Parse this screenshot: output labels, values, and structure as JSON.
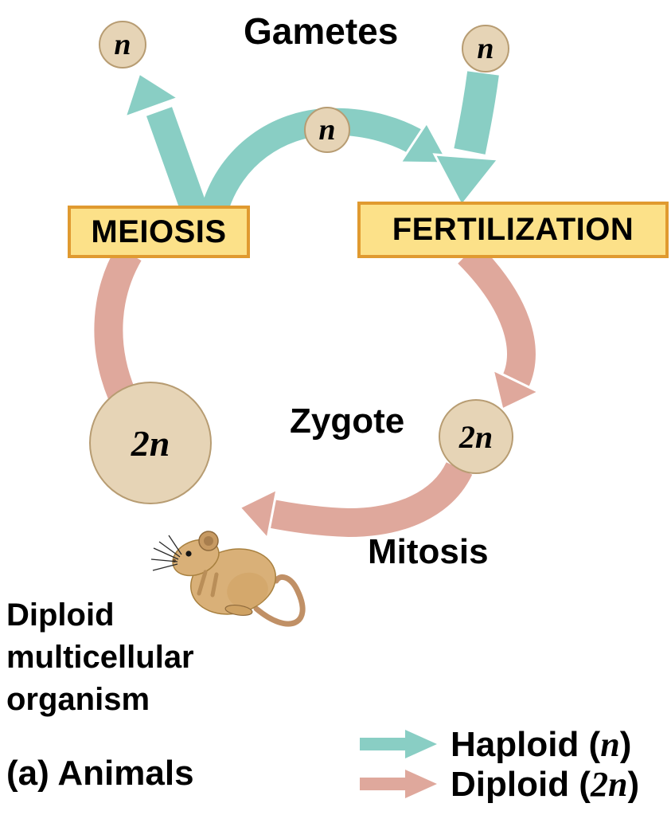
{
  "diagram": {
    "gametes_label": "Gametes",
    "stages": {
      "meiosis": "MEIOSIS",
      "fertilization": "FERTILIZATION"
    },
    "nodes": {
      "gamete_left": "n",
      "gamete_center": "n",
      "gamete_right": "n",
      "zygote": "2n",
      "organism": "2n"
    },
    "labels": {
      "zygote": "Zygote",
      "mitosis": "Mitosis",
      "organism_line1": "Diploid",
      "organism_line2": "multicellular",
      "organism_line3": "organism",
      "panel": "(a) Animals"
    },
    "legend": {
      "haploid": {
        "prefix": "Haploid (",
        "symbol": "n",
        "suffix": ")"
      },
      "diploid": {
        "prefix": "Diploid (",
        "symbol": "2n",
        "suffix": ")"
      }
    },
    "colors": {
      "haploid_arrow": "#89cec4",
      "diploid_arrow": "#dfa89c",
      "node_fill": "#e6d4b6",
      "node_border": "#b79c72",
      "stage_fill": "#fce189",
      "stage_border": "#e09a30",
      "text": "#000000"
    }
  }
}
